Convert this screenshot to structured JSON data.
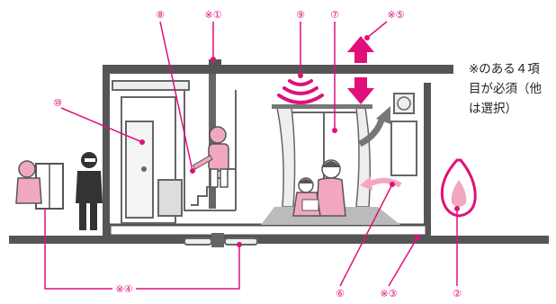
{
  "diagram": {
    "markers": {
      "m1": "※①",
      "m2": "②",
      "m3": "※③",
      "m4": "※④",
      "m5": "※⑤",
      "m6": "⑥",
      "m7": "⑦",
      "m8": "⑧",
      "m9": "⑨",
      "m10": "⑩"
    },
    "note_lines": [
      "※のある４項",
      "目が必須（他",
      "は選択）"
    ],
    "colors": {
      "accent": "#e0107a",
      "structure": "#555555",
      "person_fill": "#f2a7c0",
      "burglar": "#333333",
      "fire": "#e0107a",
      "rug": "#bbbbbb"
    }
  }
}
